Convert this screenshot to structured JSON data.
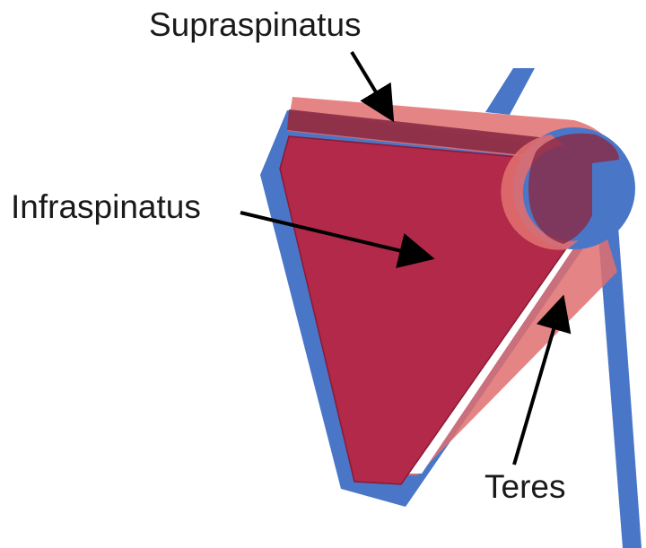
{
  "labels": {
    "supraspinatus": "Supraspinatus",
    "infraspinatus": "Infraspinatus",
    "teres": "Teres"
  },
  "colors": {
    "bone": "#4a76c8",
    "muscle_dark": "#b2294a",
    "muscle_light": "#e06e6e",
    "muscle_overlay": "#8a2a45",
    "arrow": "#000000",
    "background": "#ffffff"
  }
}
